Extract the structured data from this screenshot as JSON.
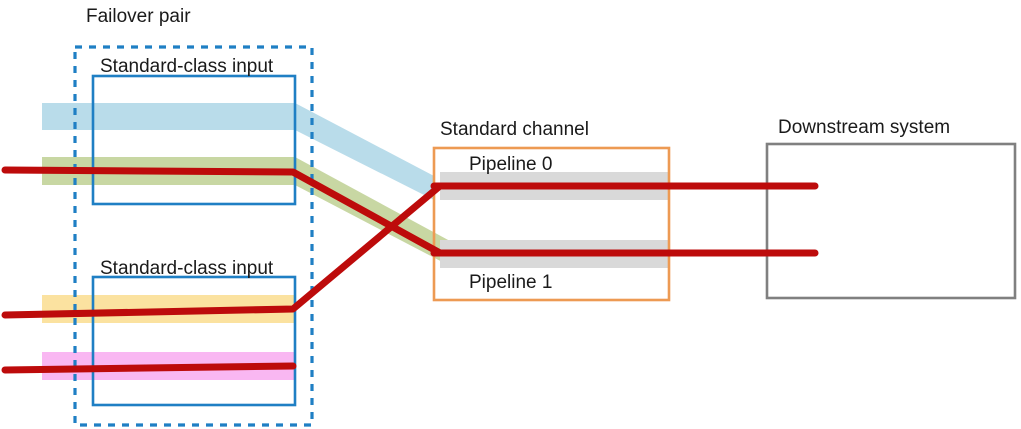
{
  "diagram": {
    "title_failover_pair": "Failover pair",
    "labels": {
      "failover_pair": "Failover pair",
      "input_top": "Standard-class input",
      "input_bottom": "Standard-class input",
      "standard_channel": "Standard channel",
      "pipeline_0": "Pipeline 0",
      "pipeline_1": "Pipeline 1",
      "downstream_system": "Downstream system"
    },
    "colors": {
      "dashed_border": "#1f7fc4",
      "input_box_border": "#1f7fc4",
      "channel_box_border": "#ed9a53",
      "downstream_box_border": "#808080",
      "flow_red": "#bd0b0b",
      "band_blue": "#b9dcea",
      "band_green": "#c8d7a3",
      "band_yellow": "#fbe2a0",
      "band_pink": "#f9b7f2",
      "band_gray": "#d9d9d9",
      "text": "#1a1a1a"
    },
    "bands": [
      {
        "name": "blue-standard-band",
        "color": "#b9dcea"
      },
      {
        "name": "green-standard-band",
        "color": "#c8d7a3"
      },
      {
        "name": "yellow-standard-band",
        "color": "#fbe2a0"
      },
      {
        "name": "pink-standard-band",
        "color": "#f9b7f2"
      },
      {
        "name": "gray-pipeline-band-0",
        "color": "#d9d9d9"
      },
      {
        "name": "gray-pipeline-band-1",
        "color": "#d9d9d9"
      }
    ],
    "flows": [
      {
        "name": "flow-green-to-pipeline-1",
        "from": "input-top",
        "to": "pipeline-1"
      },
      {
        "name": "flow-yellow-to-pipeline-0",
        "from": "input-bottom",
        "to": "pipeline-0"
      },
      {
        "name": "flow-pink",
        "from": "input-bottom",
        "to": "input-bottom"
      },
      {
        "name": "flow-pipeline-0-to-downstream",
        "from": "pipeline-0",
        "to": "downstream-system"
      },
      {
        "name": "flow-pipeline-1-to-downstream",
        "from": "pipeline-1",
        "to": "downstream-system"
      }
    ]
  }
}
